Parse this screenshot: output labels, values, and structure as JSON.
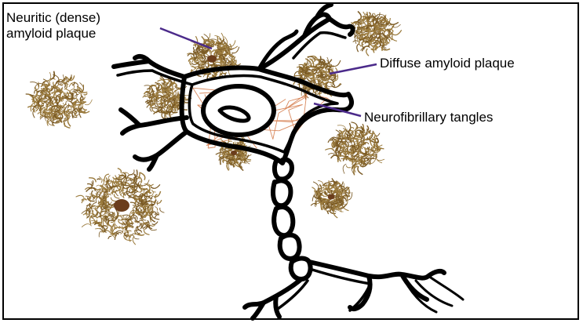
{
  "labels": {
    "neuritic_line1": "Neuritic (dense)",
    "neuritic_line2": "amyloid plaque",
    "diffuse": "Diffuse amyloid plaque",
    "tangles": "Neurofibrillary tangles"
  },
  "colors": {
    "neuron_outline": "#000000",
    "tangle": "#d9895e",
    "plaque_fiber": "#9a7a3c",
    "plaque_dark": "#7a5a25",
    "plaque_core": "#6b3d1c",
    "pointer": "#4b2a8a",
    "nucleus_fill": "#ffffff"
  }
}
